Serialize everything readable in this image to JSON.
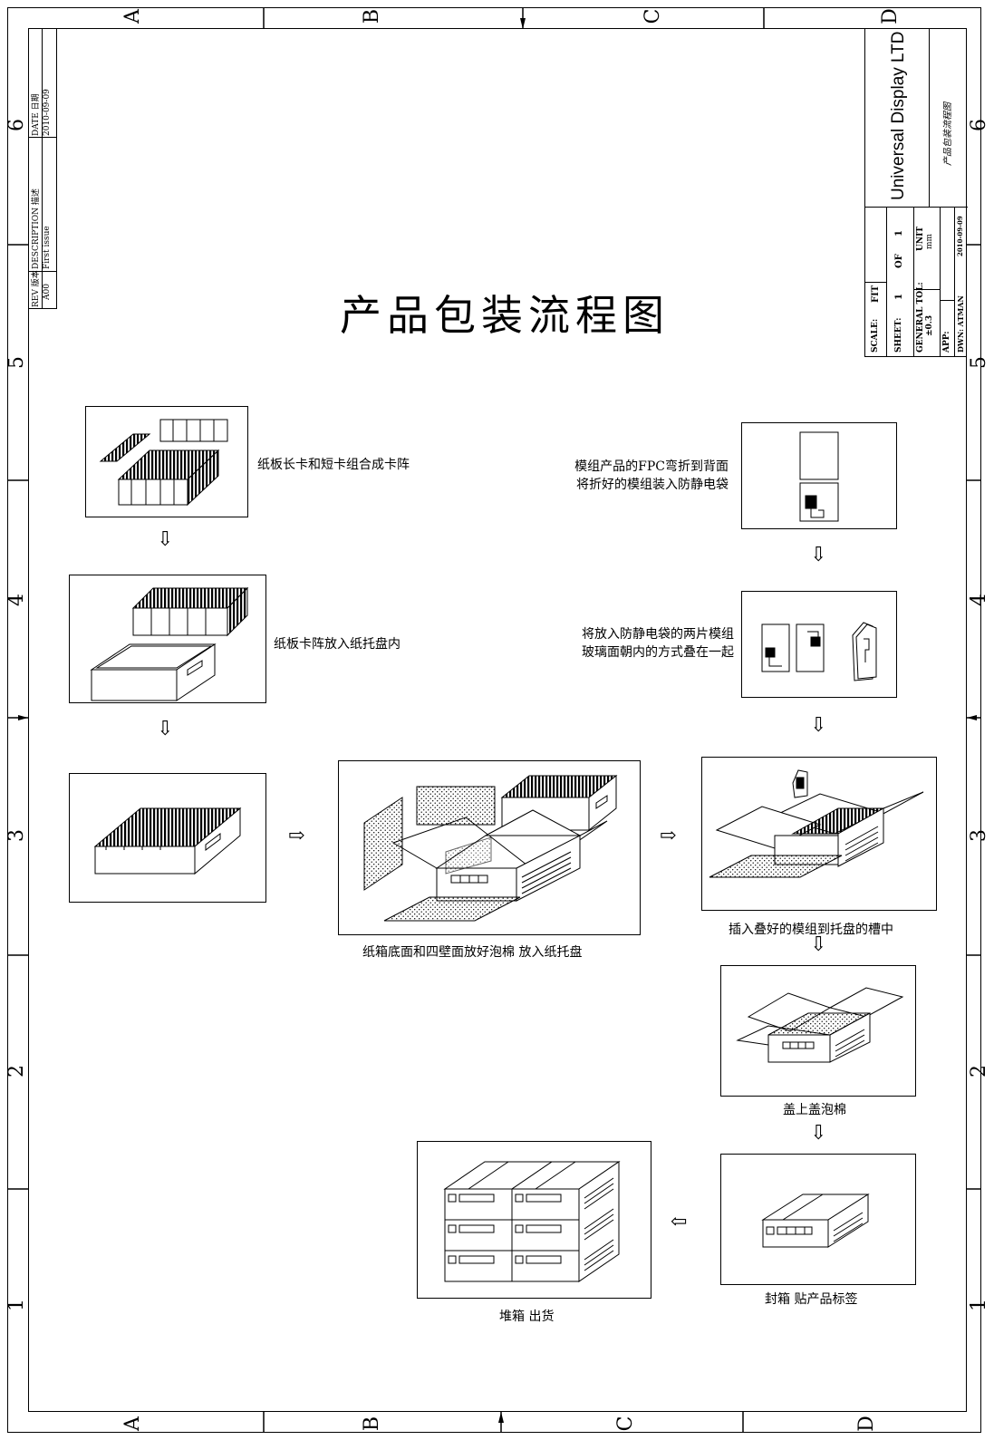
{
  "title": "产品包装流程图",
  "zones": {
    "letters": [
      "A",
      "B",
      "C",
      "D"
    ],
    "numbers": [
      "6",
      "5",
      "4",
      "3",
      "2",
      "1"
    ]
  },
  "revision_block": {
    "rev_header": "REV 版本",
    "desc_header": "DESCRIPTION 描述",
    "date_header": "DATE 日期",
    "rev": "A00",
    "desc": "First issue",
    "date": "2010-09-09"
  },
  "title_block": {
    "company": "Universal Display LTD",
    "drawing_name": "产品包装流程图",
    "scale_label": "SCALE:",
    "scale": "FIT",
    "sheet_label": "SHEET:",
    "sheet": "1",
    "of_label": "OF",
    "of": "1",
    "general_tol_label": "GENERAL TOL:",
    "general_tol": "±0.3",
    "unit_label": "UNIT",
    "unit": "mm",
    "app_label": "APP:",
    "dwn_label": "DWN: ATMAN",
    "dwn_date": "2010-09-09"
  },
  "steps": {
    "s1": "纸板长卡和短卡组合成卡阵",
    "s2": "纸板卡阵放入纸托盘内",
    "s3": "纸箱底面和四壁面放好泡棉 放入纸托盘",
    "r1_line1": "模组产品的FPC弯折到背面",
    "r1_line2": "将折好的模组装入防静电袋",
    "r2_line1": "将放入防静电袋的两片模组",
    "r2_line2": "玻璃面朝内的方式叠在一起",
    "r3": "插入叠好的模组到托盘的槽中",
    "r4": "盖上盖泡棉",
    "r5": "封箱 贴产品标签",
    "r6": "堆箱 出货"
  },
  "arrows": {
    "down": "⇩",
    "right": "⇨",
    "left": "⇦"
  }
}
